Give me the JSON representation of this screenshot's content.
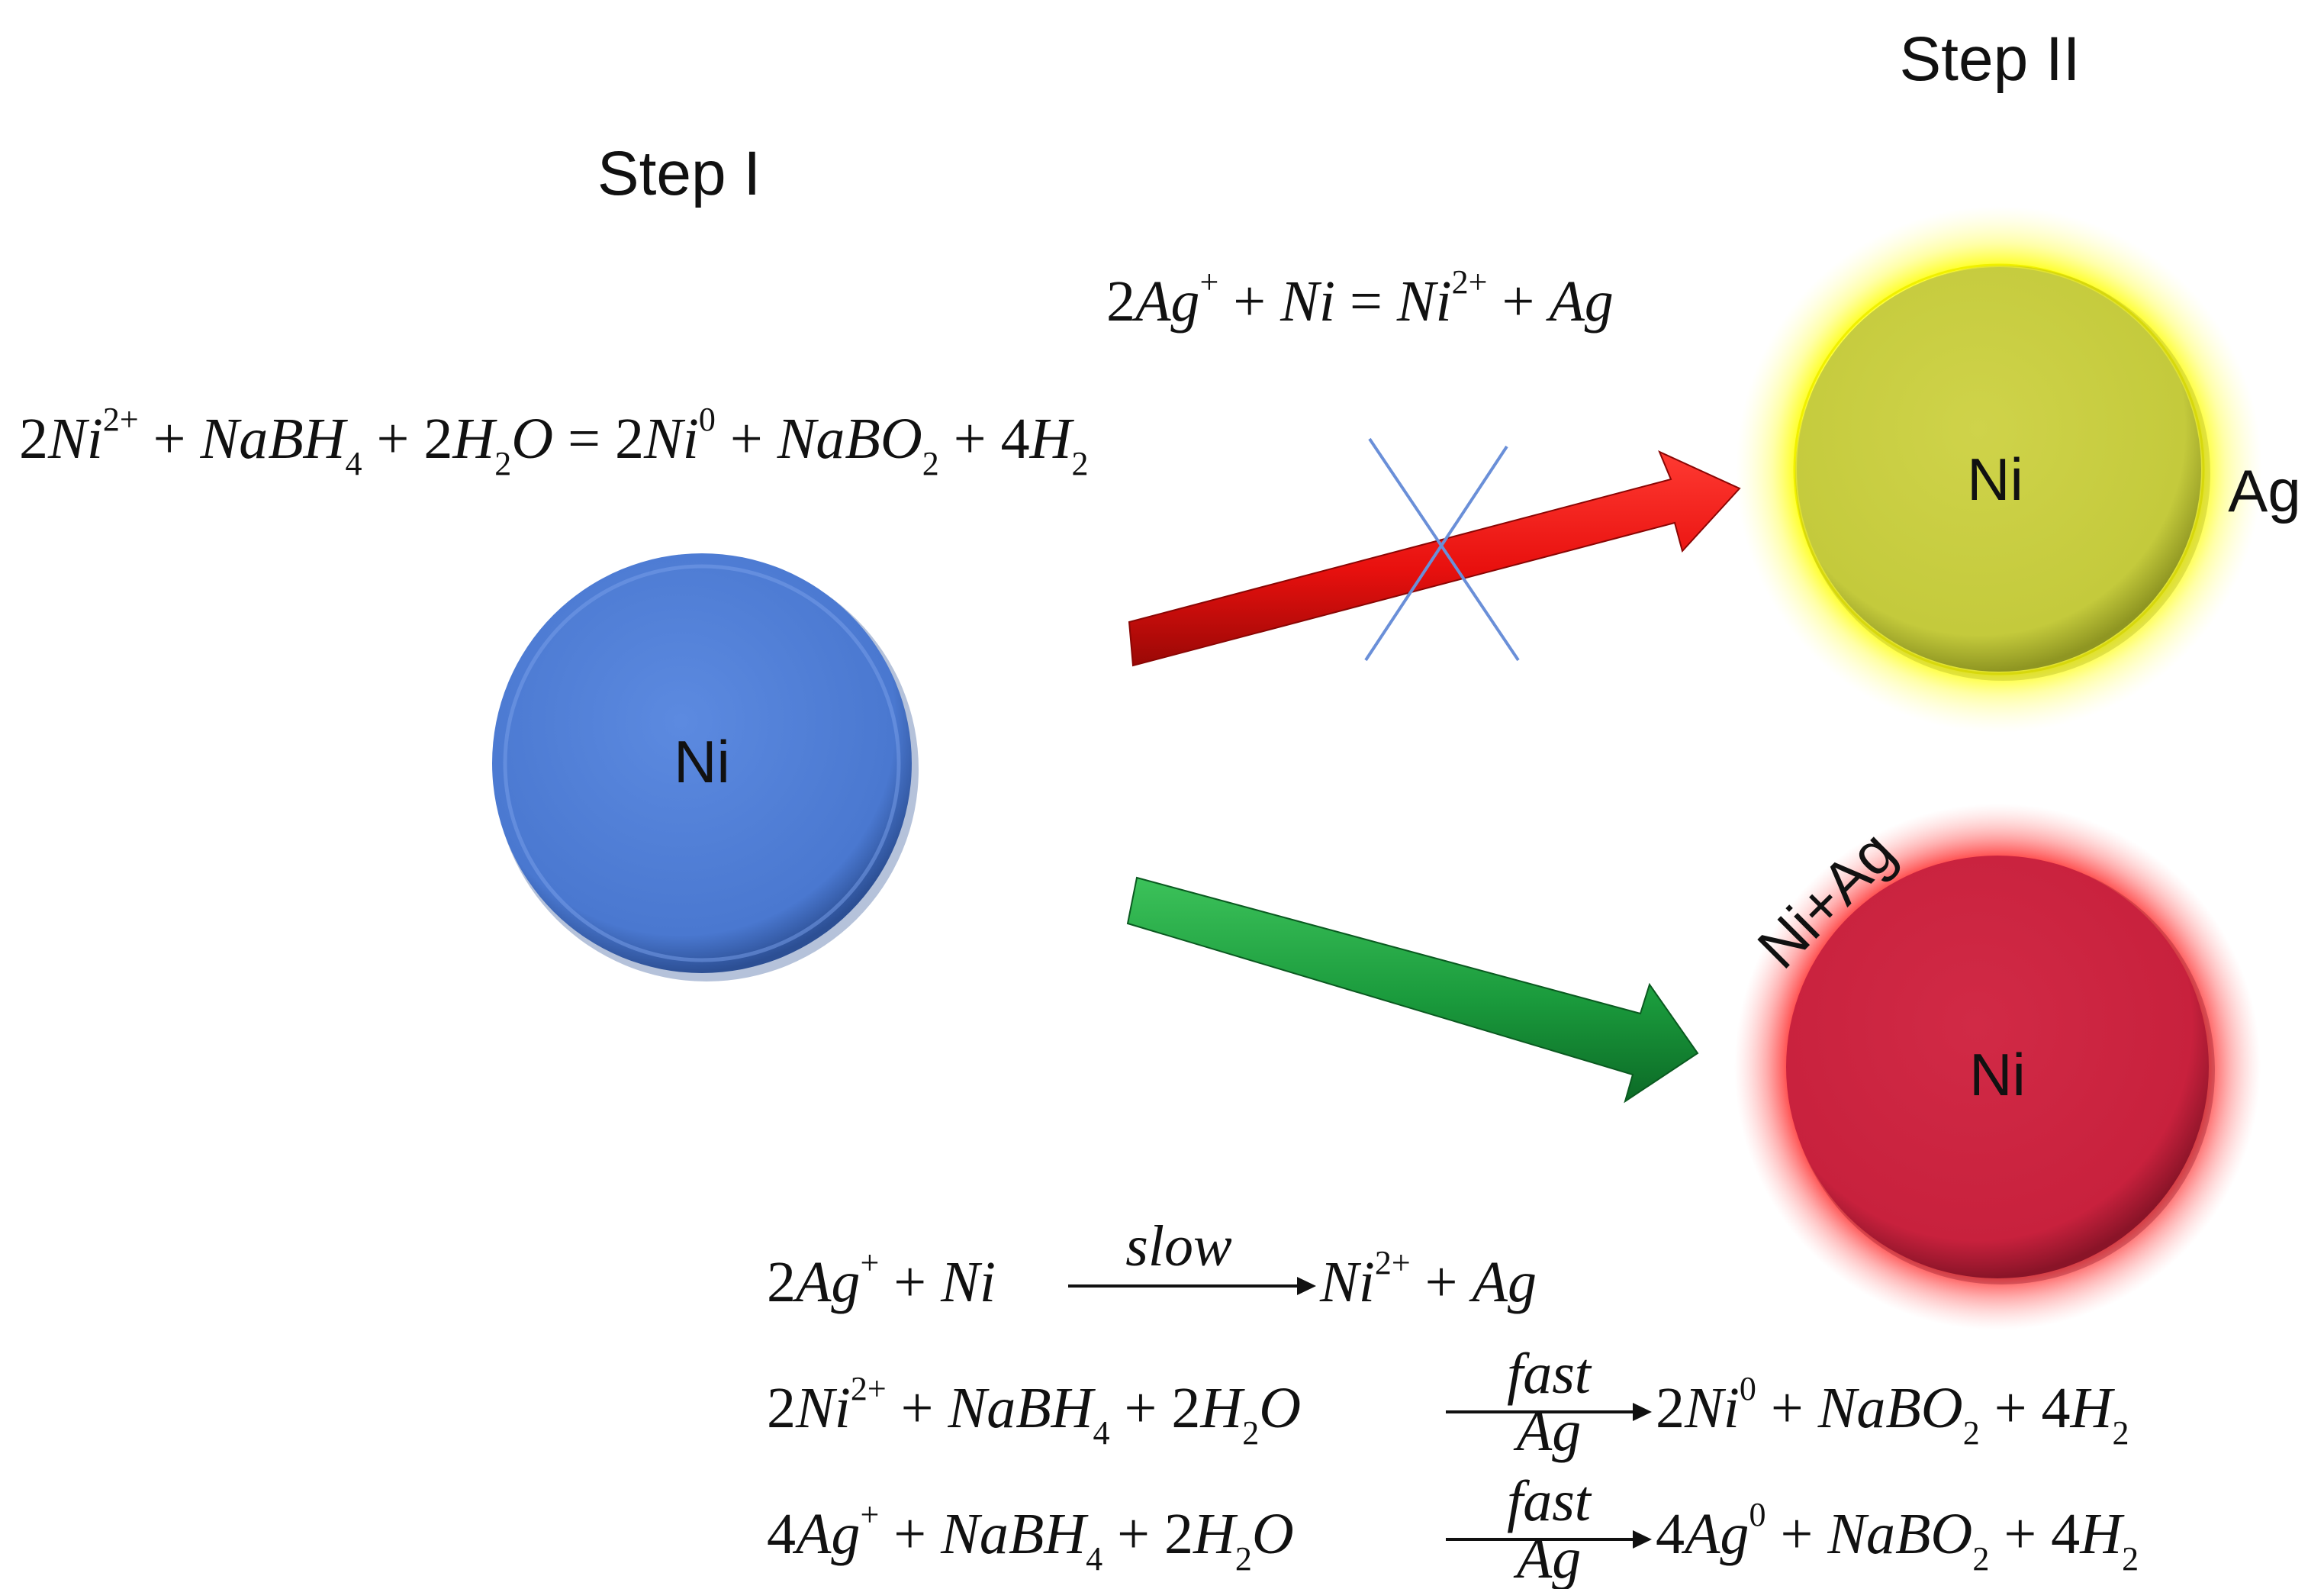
{
  "title_step1": "Step I",
  "title_step2": "Step II",
  "colors": {
    "ni_core_blue": "#4a78d0",
    "ni_core_olive": "#c4ca3c",
    "ag_shell_yellow": "#ffff3a",
    "ni_core_red": "#c8213d",
    "shell_red": "#ff5a5a",
    "arrow_red": "#e8100e",
    "arrow_green": "#1a9a3c",
    "cross": "#6a8fd8"
  },
  "particles": {
    "initial": {
      "core": "Ni"
    },
    "coreshell": {
      "core": "Ni",
      "shell": "Ag"
    },
    "alloy": {
      "core": "Ni",
      "shell": "Ni+Ag"
    }
  },
  "arrows": {
    "upper": {
      "state": "blocked",
      "icon": "cross-icon"
    },
    "lower": {
      "state": "allowed"
    }
  },
  "equations": {
    "step1": "2Ni^{2+} + NaBH_4 + 2H_2O = 2Ni^0 + NaBO_2 + 4H_2",
    "galvanic": "2Ag^+ + Ni = Ni^{2+} + Ag",
    "slow": {
      "label": "slow"
    },
    "fast_ni": {
      "over": "fast",
      "under": "Ag"
    },
    "fast_ag": {
      "over": "fast",
      "under": "Ag"
    }
  }
}
